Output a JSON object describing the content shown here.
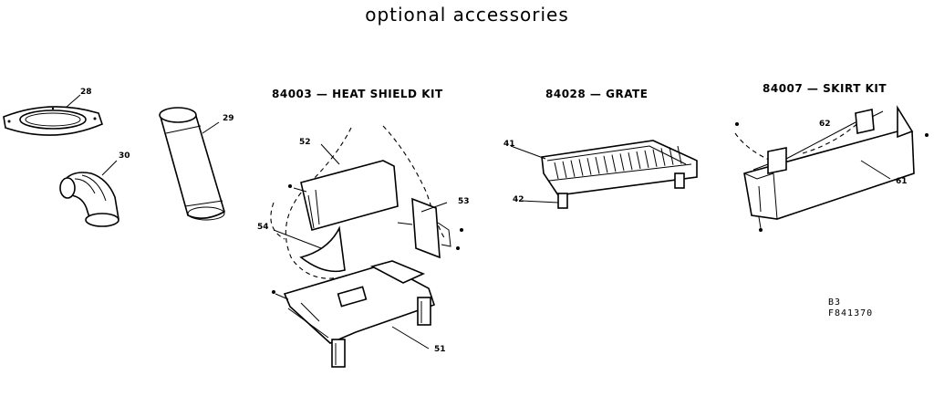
{
  "title": "optional accessories",
  "kits": {
    "heat_shield": "84003 — HEAT SHIELD KIT",
    "grate": "84028 — GRATE",
    "skirt": "84007 — SKIRT KIT"
  },
  "parts": {
    "p28": "28",
    "p29": "29",
    "p30": "30",
    "p41": "41",
    "p42": "42",
    "p51": "51",
    "p52": "52",
    "p53": "53",
    "p54": "54",
    "p61": "61",
    "p62": "62"
  },
  "drawing_code": {
    "line1": "B3",
    "line2": "F841370"
  }
}
